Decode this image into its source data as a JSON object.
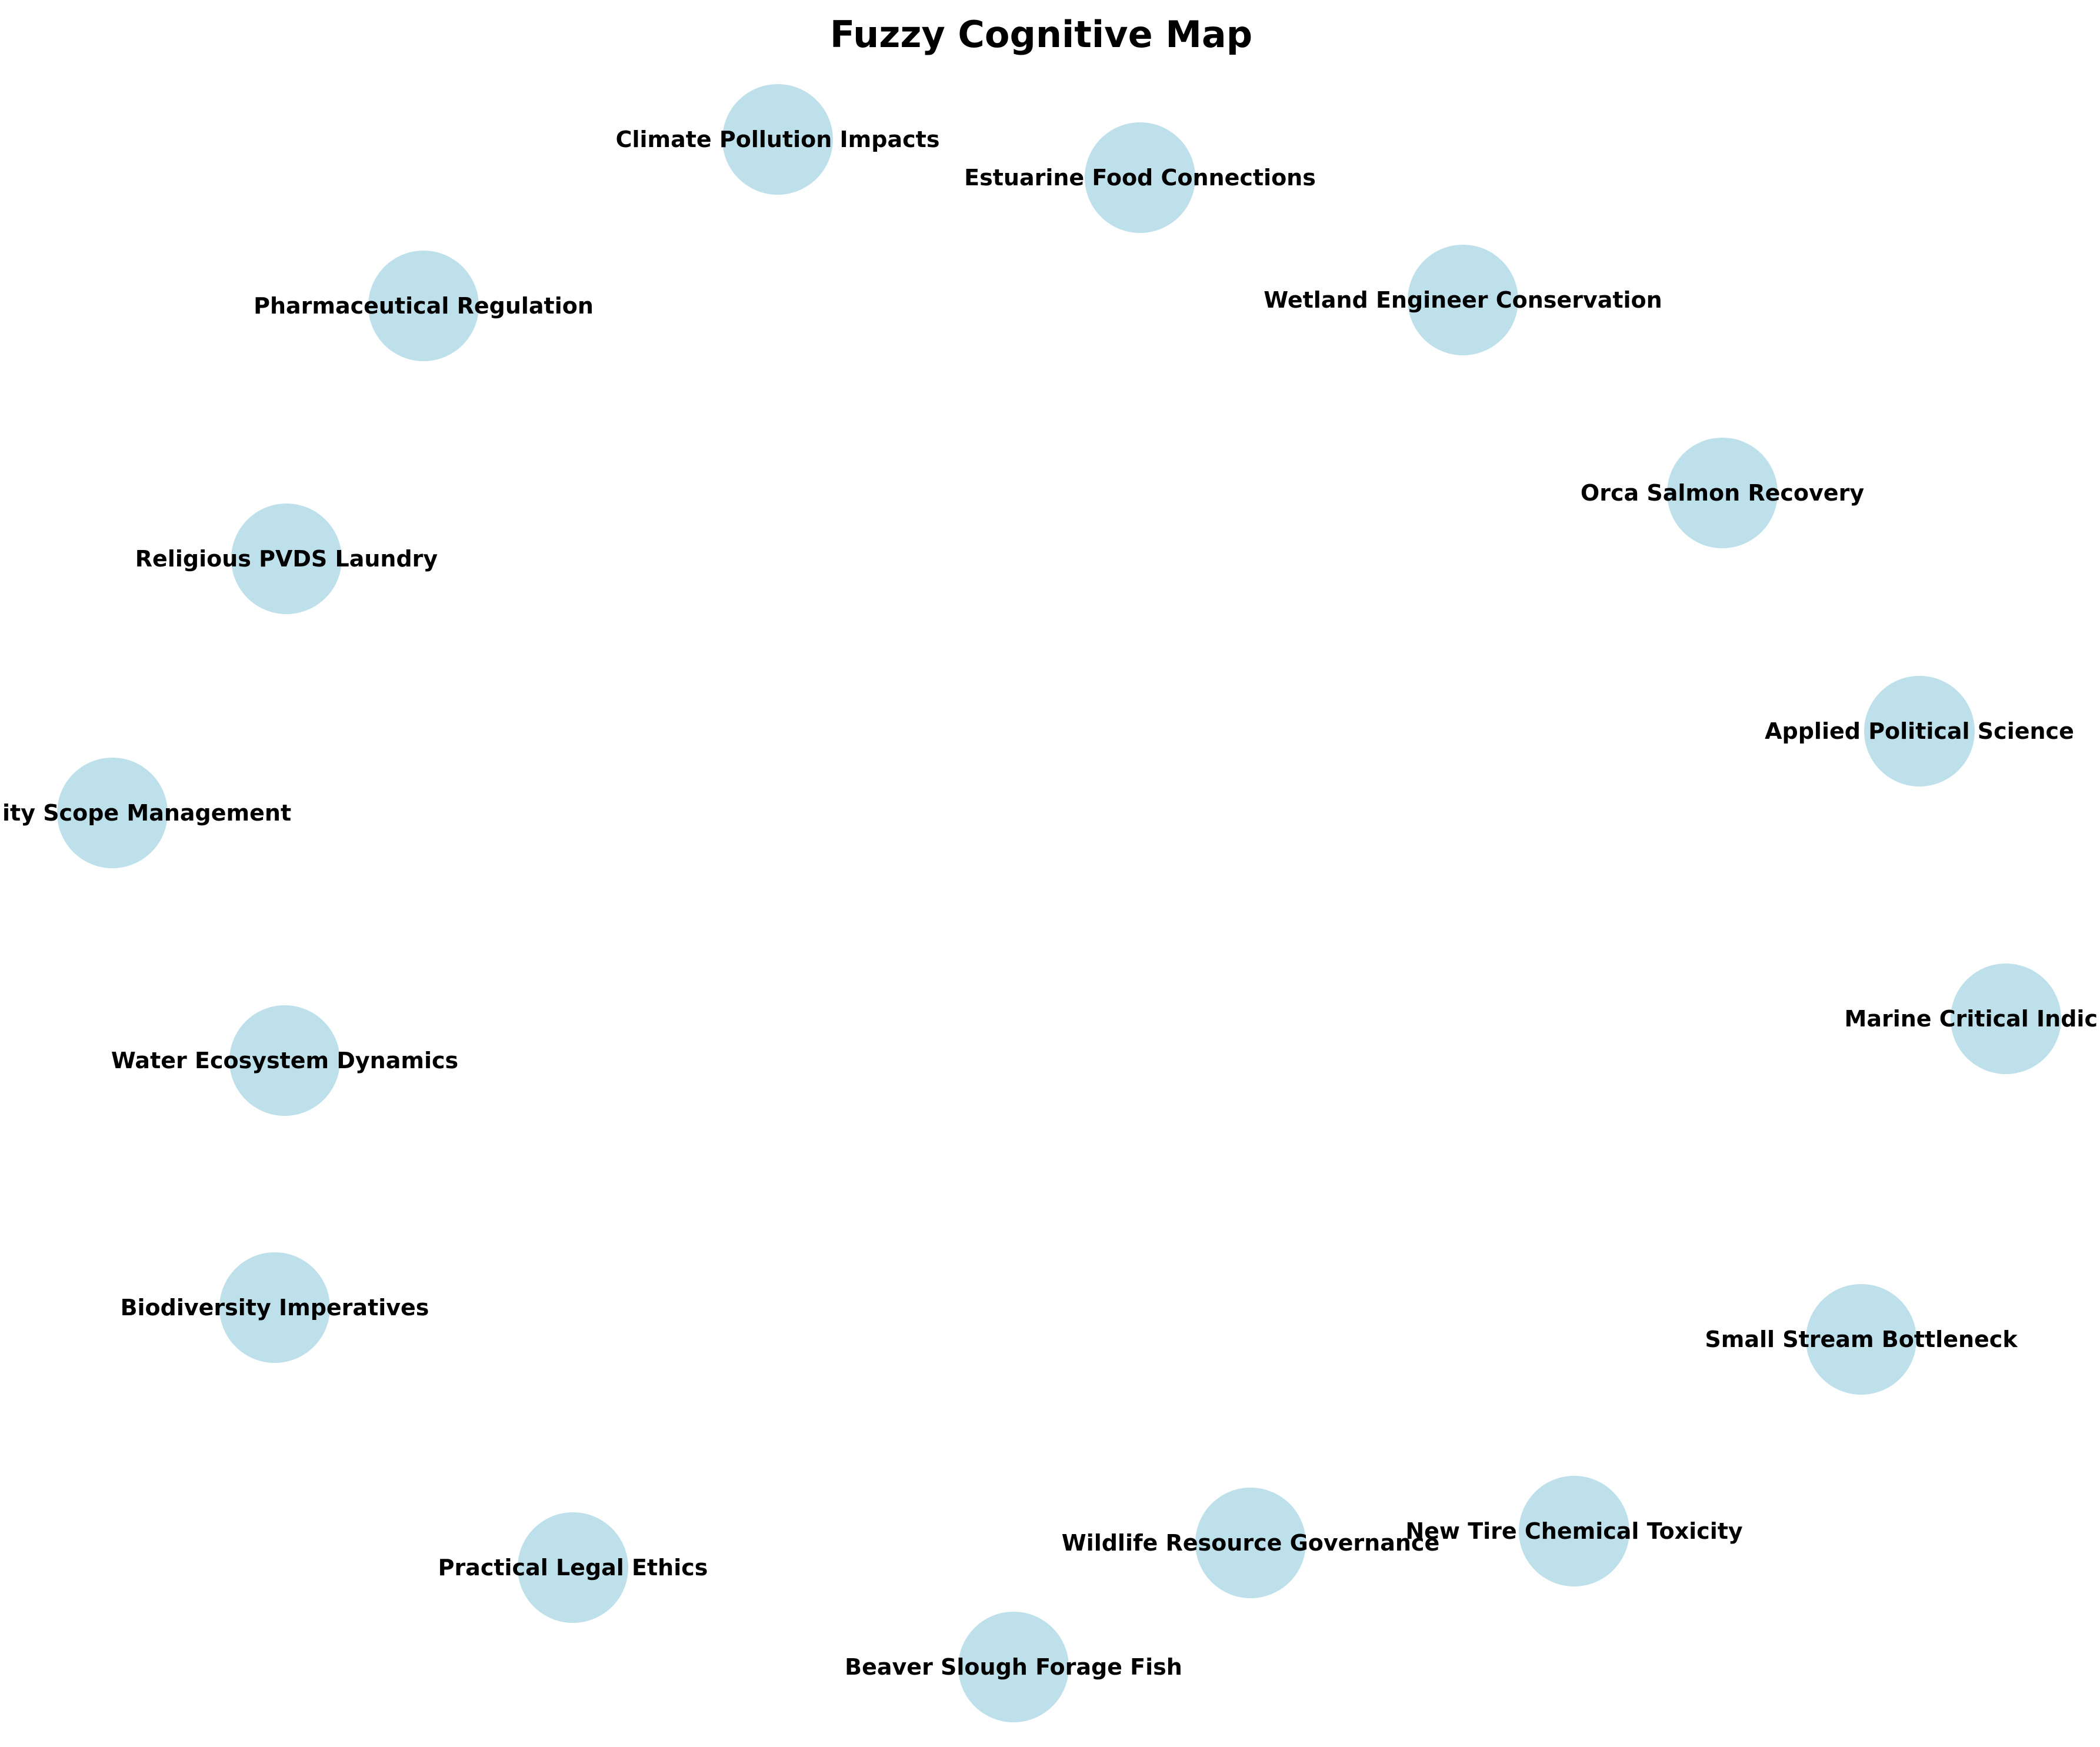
{
  "title": "Fuzzy Cognitive Map",
  "node_color": "#add8e6",
  "nodes": [
    {
      "id": "climate-pollution-impacts",
      "label": "Climate Pollution Impacts"
    },
    {
      "id": "estuarine-food-connections",
      "label": "Estuarine Food Connections"
    },
    {
      "id": "wetland-engineer-conservation",
      "label": "Wetland Engineer Conservation"
    },
    {
      "id": "orca-salmon-recovery",
      "label": "Orca Salmon Recovery"
    },
    {
      "id": "applied-political-science",
      "label": "Applied Political Science"
    },
    {
      "id": "marine-critical-indicators",
      "label": "Marine Critical Indic"
    },
    {
      "id": "small-stream-bottleneck",
      "label": "Small Stream Bottleneck"
    },
    {
      "id": "new-tire-chemical-toxicity",
      "label": "New Tire Chemical Toxicity"
    },
    {
      "id": "wildlife-resource-governance",
      "label": "Wildlife Resource Governance"
    },
    {
      "id": "beaver-slough-forage-fish",
      "label": "Beaver Slough Forage Fish"
    },
    {
      "id": "practical-legal-ethics",
      "label": "Practical Legal Ethics"
    },
    {
      "id": "biodiversity-imperatives",
      "label": "Biodiversity Imperatives"
    },
    {
      "id": "water-ecosystem-dynamics",
      "label": "Water Ecosystem Dynamics"
    },
    {
      "id": "capacity-scope-management",
      "label": "ity Scope Management"
    },
    {
      "id": "religious-pvds-laundry",
      "label": "Religious PVDS Laundry"
    },
    {
      "id": "pharmaceutical-regulation",
      "label": "Pharmaceutical Regulation"
    }
  ]
}
